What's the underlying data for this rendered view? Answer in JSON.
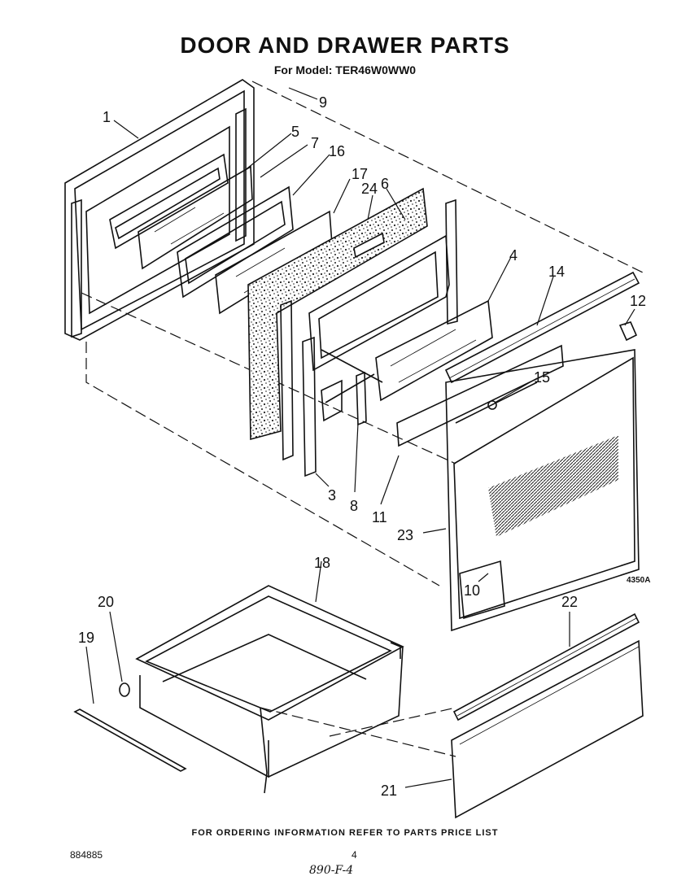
{
  "header": {
    "title": "DOOR AND DRAWER PARTS",
    "subtitle": "For Model: TER46W0WW0"
  },
  "figure_code": "4350A",
  "callouts": [
    "1",
    "5",
    "7",
    "16",
    "17",
    "24",
    "6",
    "9",
    "4",
    "14",
    "12",
    "15",
    "3",
    "8",
    "11",
    "23",
    "10",
    "18",
    "20",
    "19",
    "22",
    "21"
  ],
  "footer": {
    "note": "FOR ORDERING INFORMATION REFER TO PARTS PRICE LIST",
    "doc_number": "884885",
    "page": "4",
    "handwritten": "890-F-4"
  }
}
